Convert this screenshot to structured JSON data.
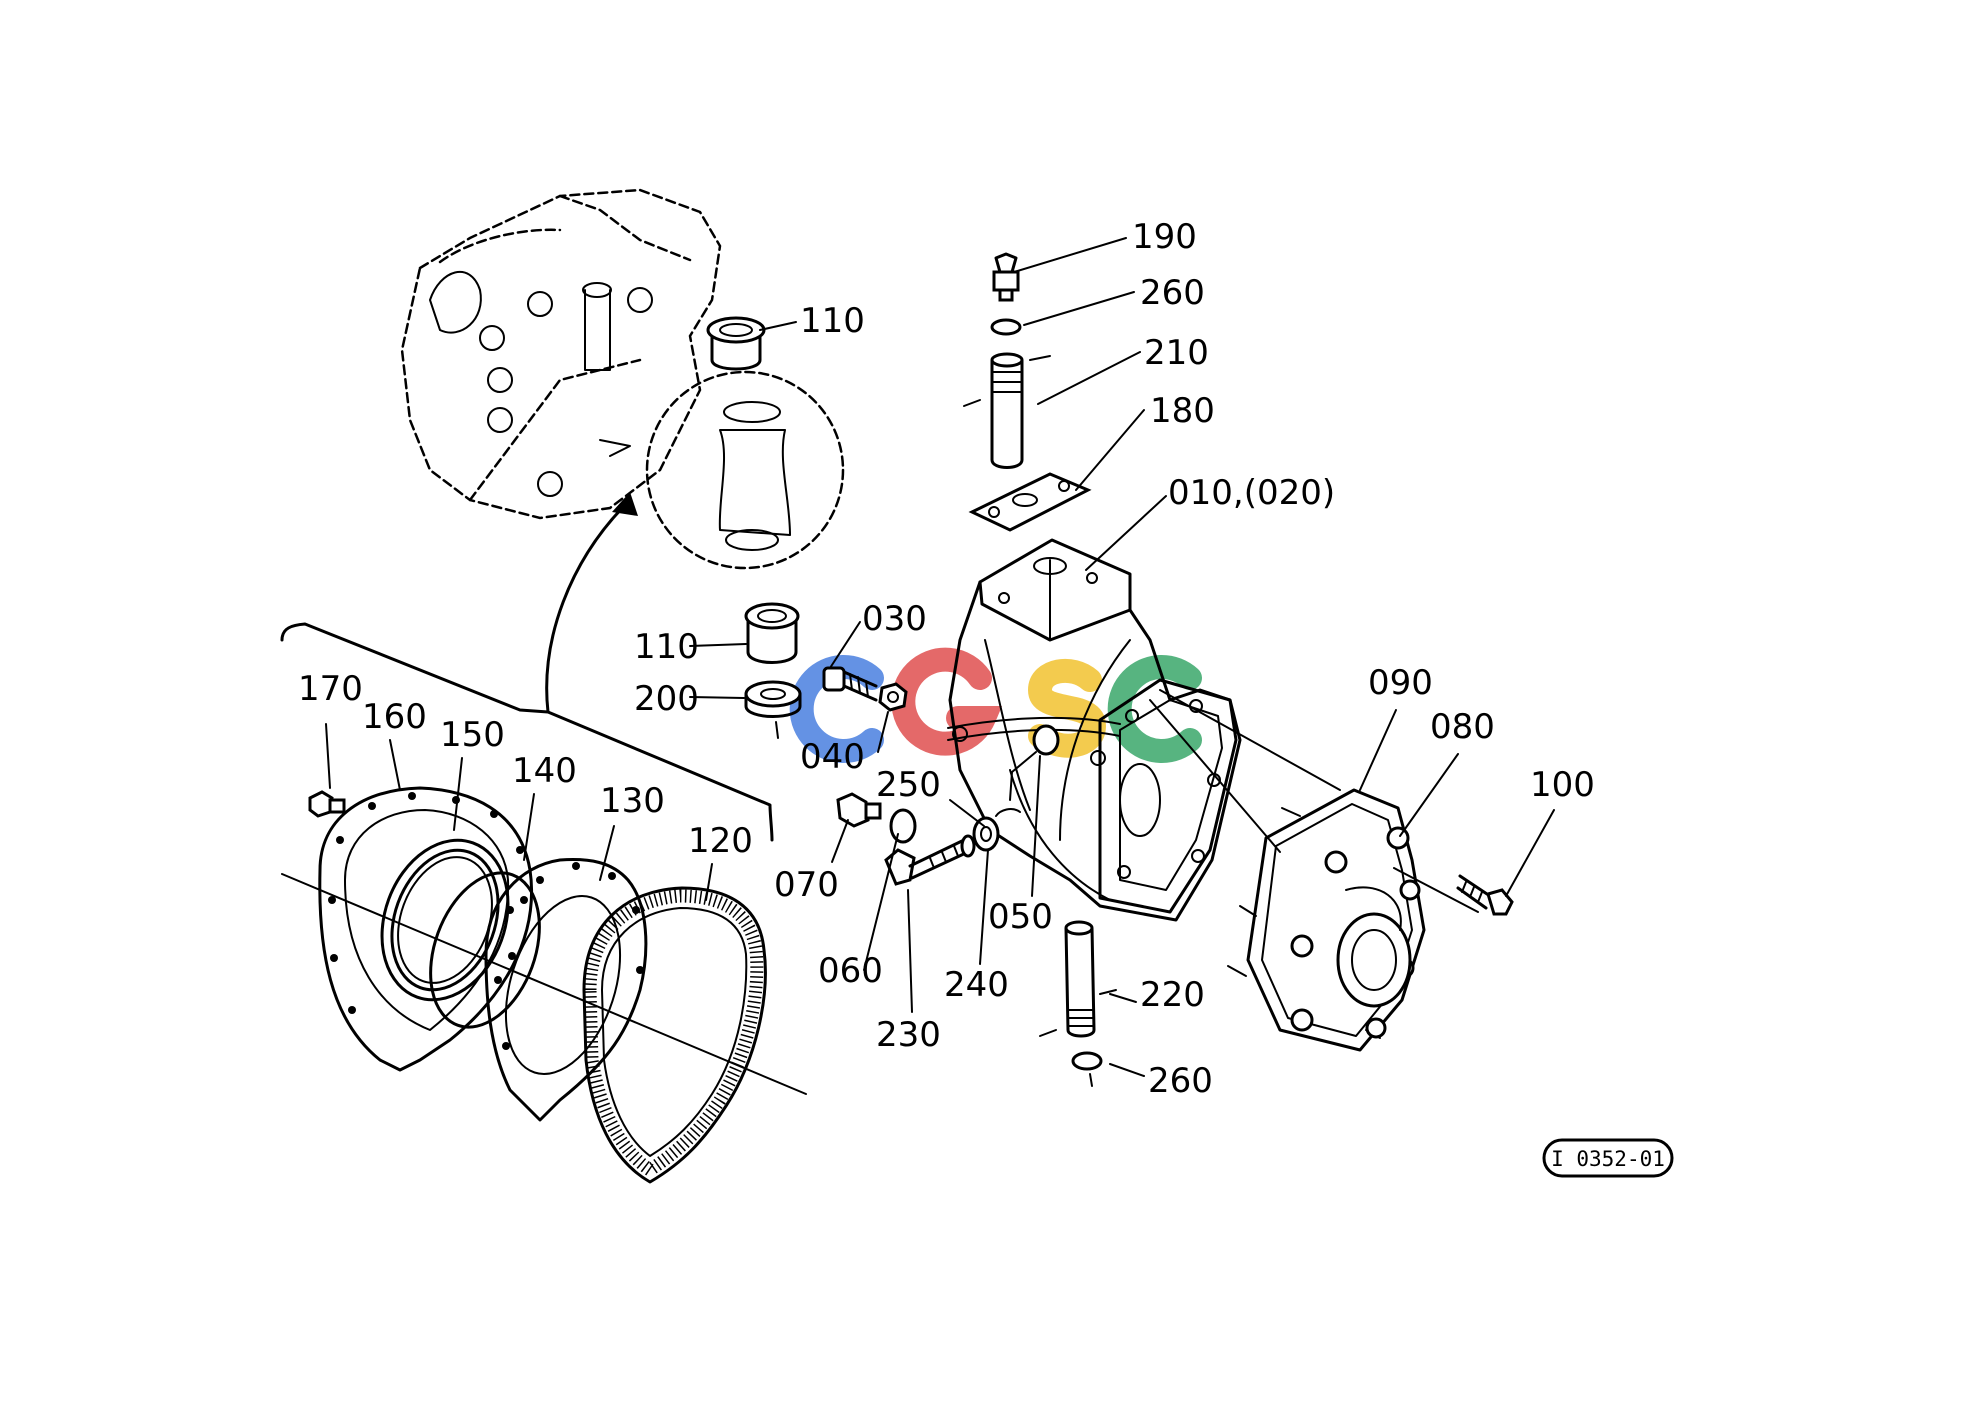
{
  "diagram": {
    "reference_code": "I 0352-01",
    "watermark": {
      "letters": [
        "C",
        "G",
        "S",
        "C"
      ],
      "colors": [
        "#4a7fe0",
        "#e05050",
        "#f2c230",
        "#3aa86b"
      ]
    },
    "part_labels": [
      {
        "id": "p190",
        "text": "190"
      },
      {
        "id": "p260a",
        "text": "260"
      },
      {
        "id": "p210",
        "text": "210"
      },
      {
        "id": "p180",
        "text": "180"
      },
      {
        "id": "p010",
        "text": "010,(020)"
      },
      {
        "id": "p110a",
        "text": "110"
      },
      {
        "id": "p110b",
        "text": "110"
      },
      {
        "id": "p200",
        "text": "200"
      },
      {
        "id": "p030",
        "text": "030"
      },
      {
        "id": "p040",
        "text": "040"
      },
      {
        "id": "p250",
        "text": "250"
      },
      {
        "id": "p070",
        "text": "070"
      },
      {
        "id": "p060",
        "text": "060"
      },
      {
        "id": "p230",
        "text": "230"
      },
      {
        "id": "p240",
        "text": "240"
      },
      {
        "id": "p050",
        "text": "050"
      },
      {
        "id": "p220",
        "text": "220"
      },
      {
        "id": "p260b",
        "text": "260"
      },
      {
        "id": "p090",
        "text": "090"
      },
      {
        "id": "p080",
        "text": "080"
      },
      {
        "id": "p100",
        "text": "100"
      },
      {
        "id": "p170",
        "text": "170"
      },
      {
        "id": "p160",
        "text": "160"
      },
      {
        "id": "p150",
        "text": "150"
      },
      {
        "id": "p140",
        "text": "140"
      },
      {
        "id": "p130",
        "text": "130"
      },
      {
        "id": "p120",
        "text": "120"
      }
    ]
  }
}
